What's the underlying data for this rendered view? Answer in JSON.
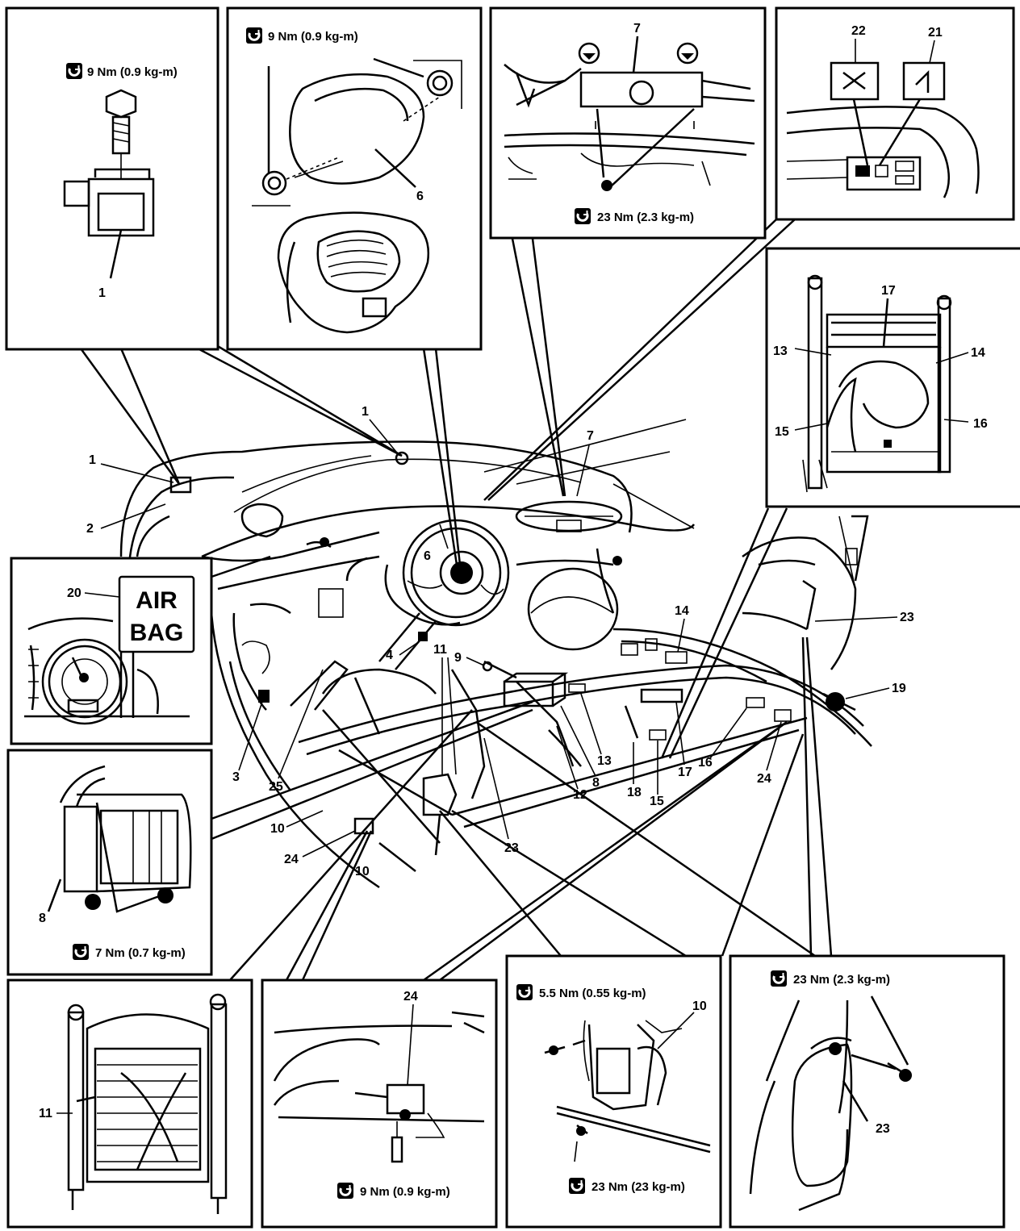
{
  "colors": {
    "ink": "#000000",
    "paper": "#ffffff"
  },
  "icons": {
    "torque": "torque-wrench-icon"
  },
  "torque_specs": {
    "t1": "9 Nm (0.9 kg-m)",
    "t2": "9 Nm (0.9 kg-m)",
    "t3": "23 Nm (2.3 kg-m)",
    "t4": "7 Nm (0.7 kg-m)",
    "t5": "9 Nm (0.9 kg-m)",
    "t6": "5.5 Nm (0.55 kg-m)",
    "t7": "23 Nm (23 kg-m)",
    "t8": "23 Nm (2.3 kg-m)"
  },
  "warning_label": {
    "line1": "AIR",
    "line2": "BAG"
  },
  "callouts": {
    "p1_1": "1",
    "p2_6": "6",
    "p3_7": "7",
    "p4_22": "22",
    "p4_21": "21",
    "p5_17": "17",
    "p5_13": "13",
    "p5_14": "14",
    "p5_15": "15",
    "p5_16": "16",
    "p6_20": "20",
    "p7_8": "8",
    "p8_11": "11",
    "p9_24": "24",
    "p10_10": "10",
    "p11_23": "23",
    "m_1a": "1",
    "m_1b": "1",
    "m_7": "7",
    "m_2": "2",
    "m_6": "6",
    "m_4": "4",
    "m_11": "11",
    "m_9": "9",
    "m_14": "14",
    "m_23a": "23",
    "m_19": "19",
    "m_3": "3",
    "m_25": "25",
    "m_13": "13",
    "m_8": "8",
    "m_12": "12",
    "m_18": "18",
    "m_15": "15",
    "m_17": "17",
    "m_16": "16",
    "m_24a": "24",
    "m_10": "10",
    "m_24b": "24",
    "m_23b": "23",
    "m_10b": "10"
  }
}
